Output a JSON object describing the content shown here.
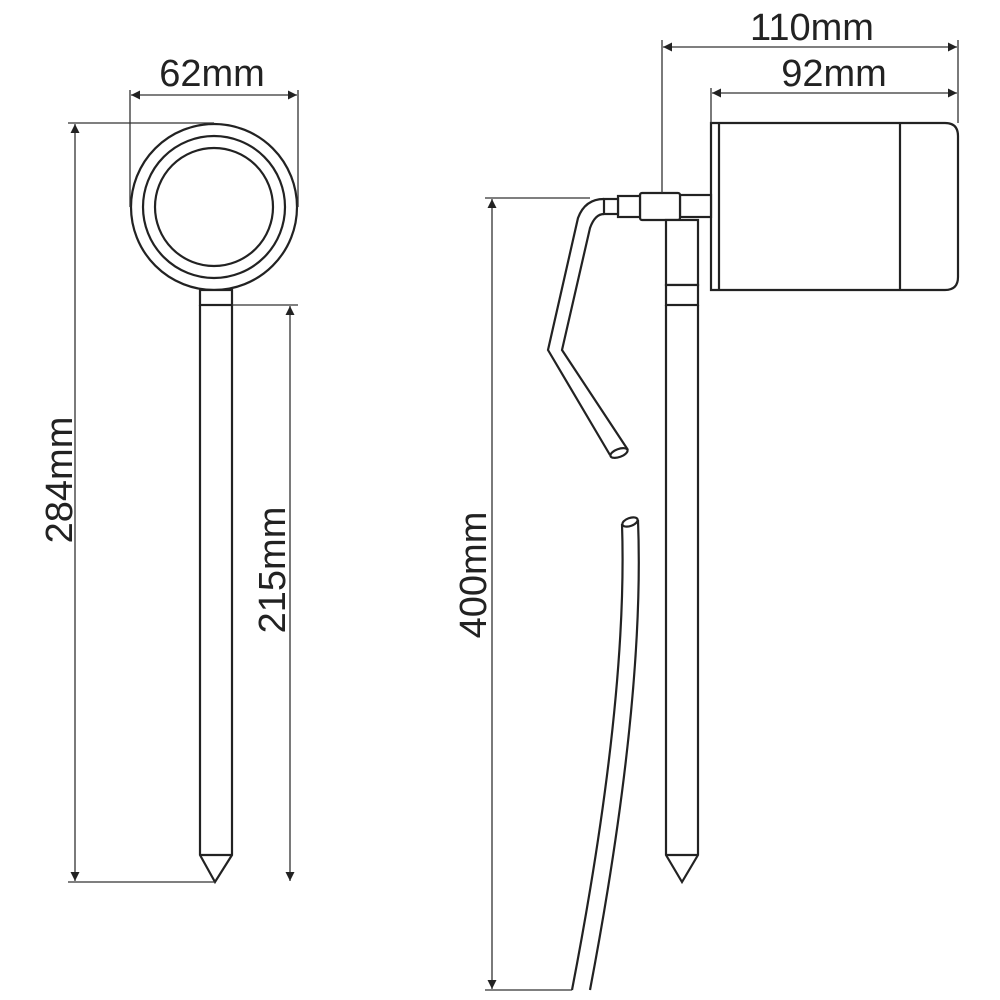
{
  "dimensions": {
    "width_front": "62mm",
    "height_total": "284mm",
    "spike_length": "215mm",
    "cable_length": "400mm",
    "depth_total": "110mm",
    "body_length": "92mm"
  },
  "colors": {
    "line": "#222222",
    "background": "#ffffff"
  }
}
